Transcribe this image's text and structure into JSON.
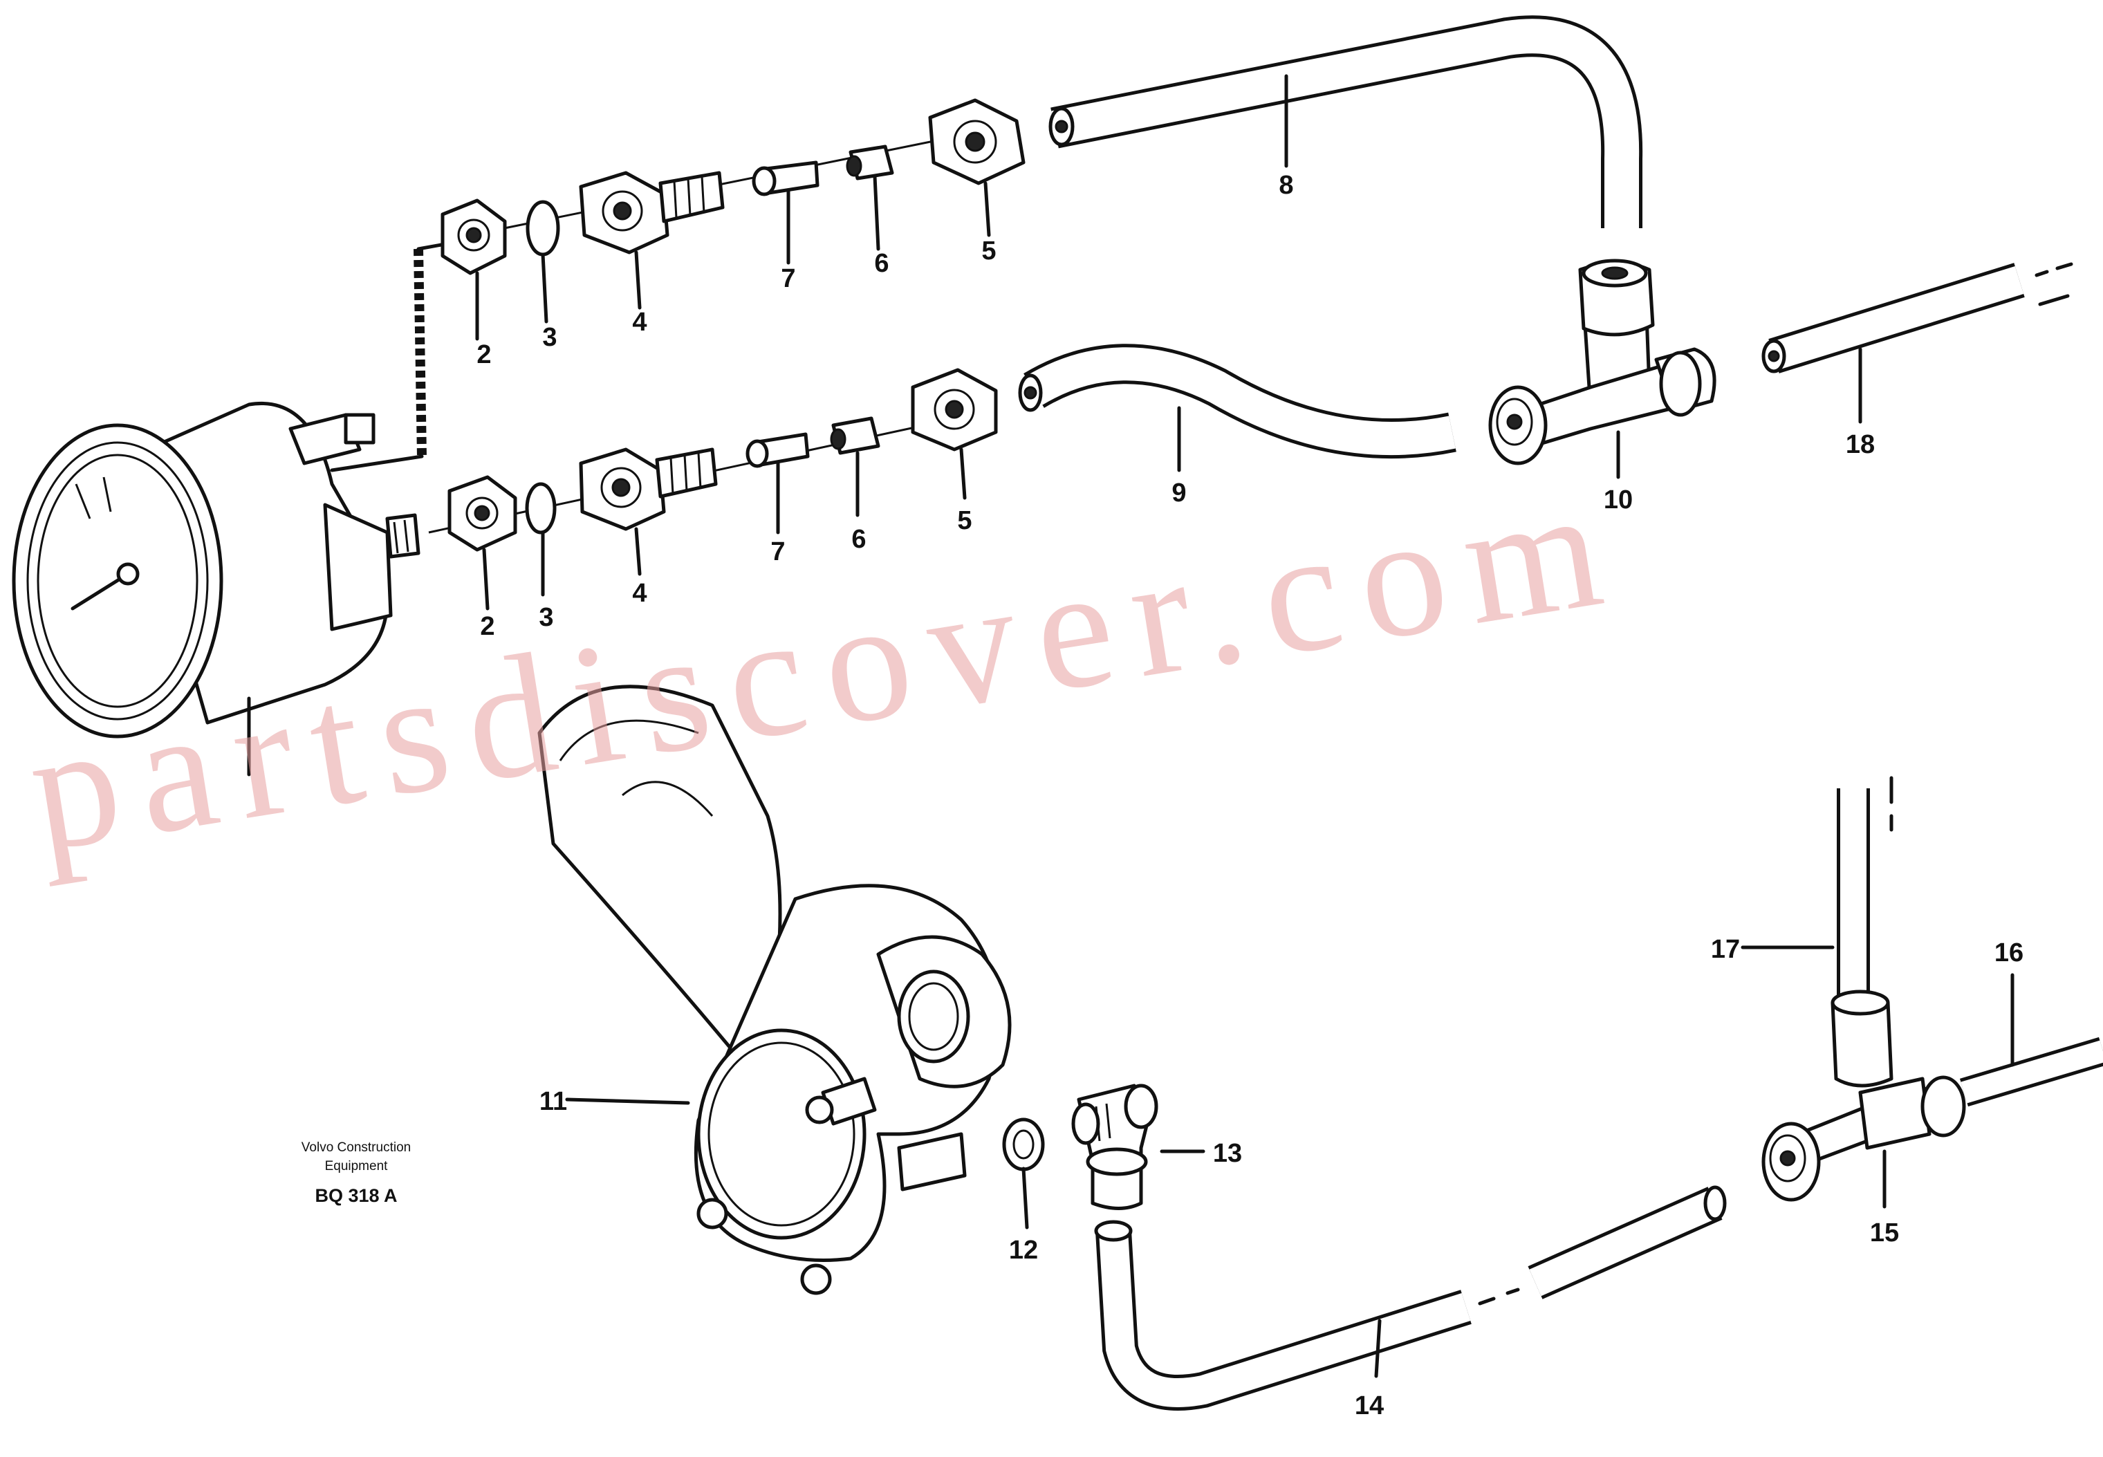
{
  "labels": {
    "p1_2": "2",
    "p1_3": "3",
    "p1_4": "4",
    "p1_7": "7",
    "p1_6": "6",
    "p1_5": "5",
    "p1_8": "8",
    "p2_2": "2",
    "p2_3": "3",
    "p2_4": "4",
    "p2_7": "7",
    "p2_6": "6",
    "p2_5": "5",
    "p2_9": "9",
    "p10": "10",
    "p18": "18",
    "p11": "11",
    "p12": "12",
    "p13": "13",
    "p14": "14",
    "p15": "15",
    "p16": "16",
    "p17": "17"
  },
  "caption": {
    "line1": "Volvo Construction",
    "line2": "Equipment",
    "code": "BQ 318 A"
  },
  "watermark": "partsdiscover.com"
}
